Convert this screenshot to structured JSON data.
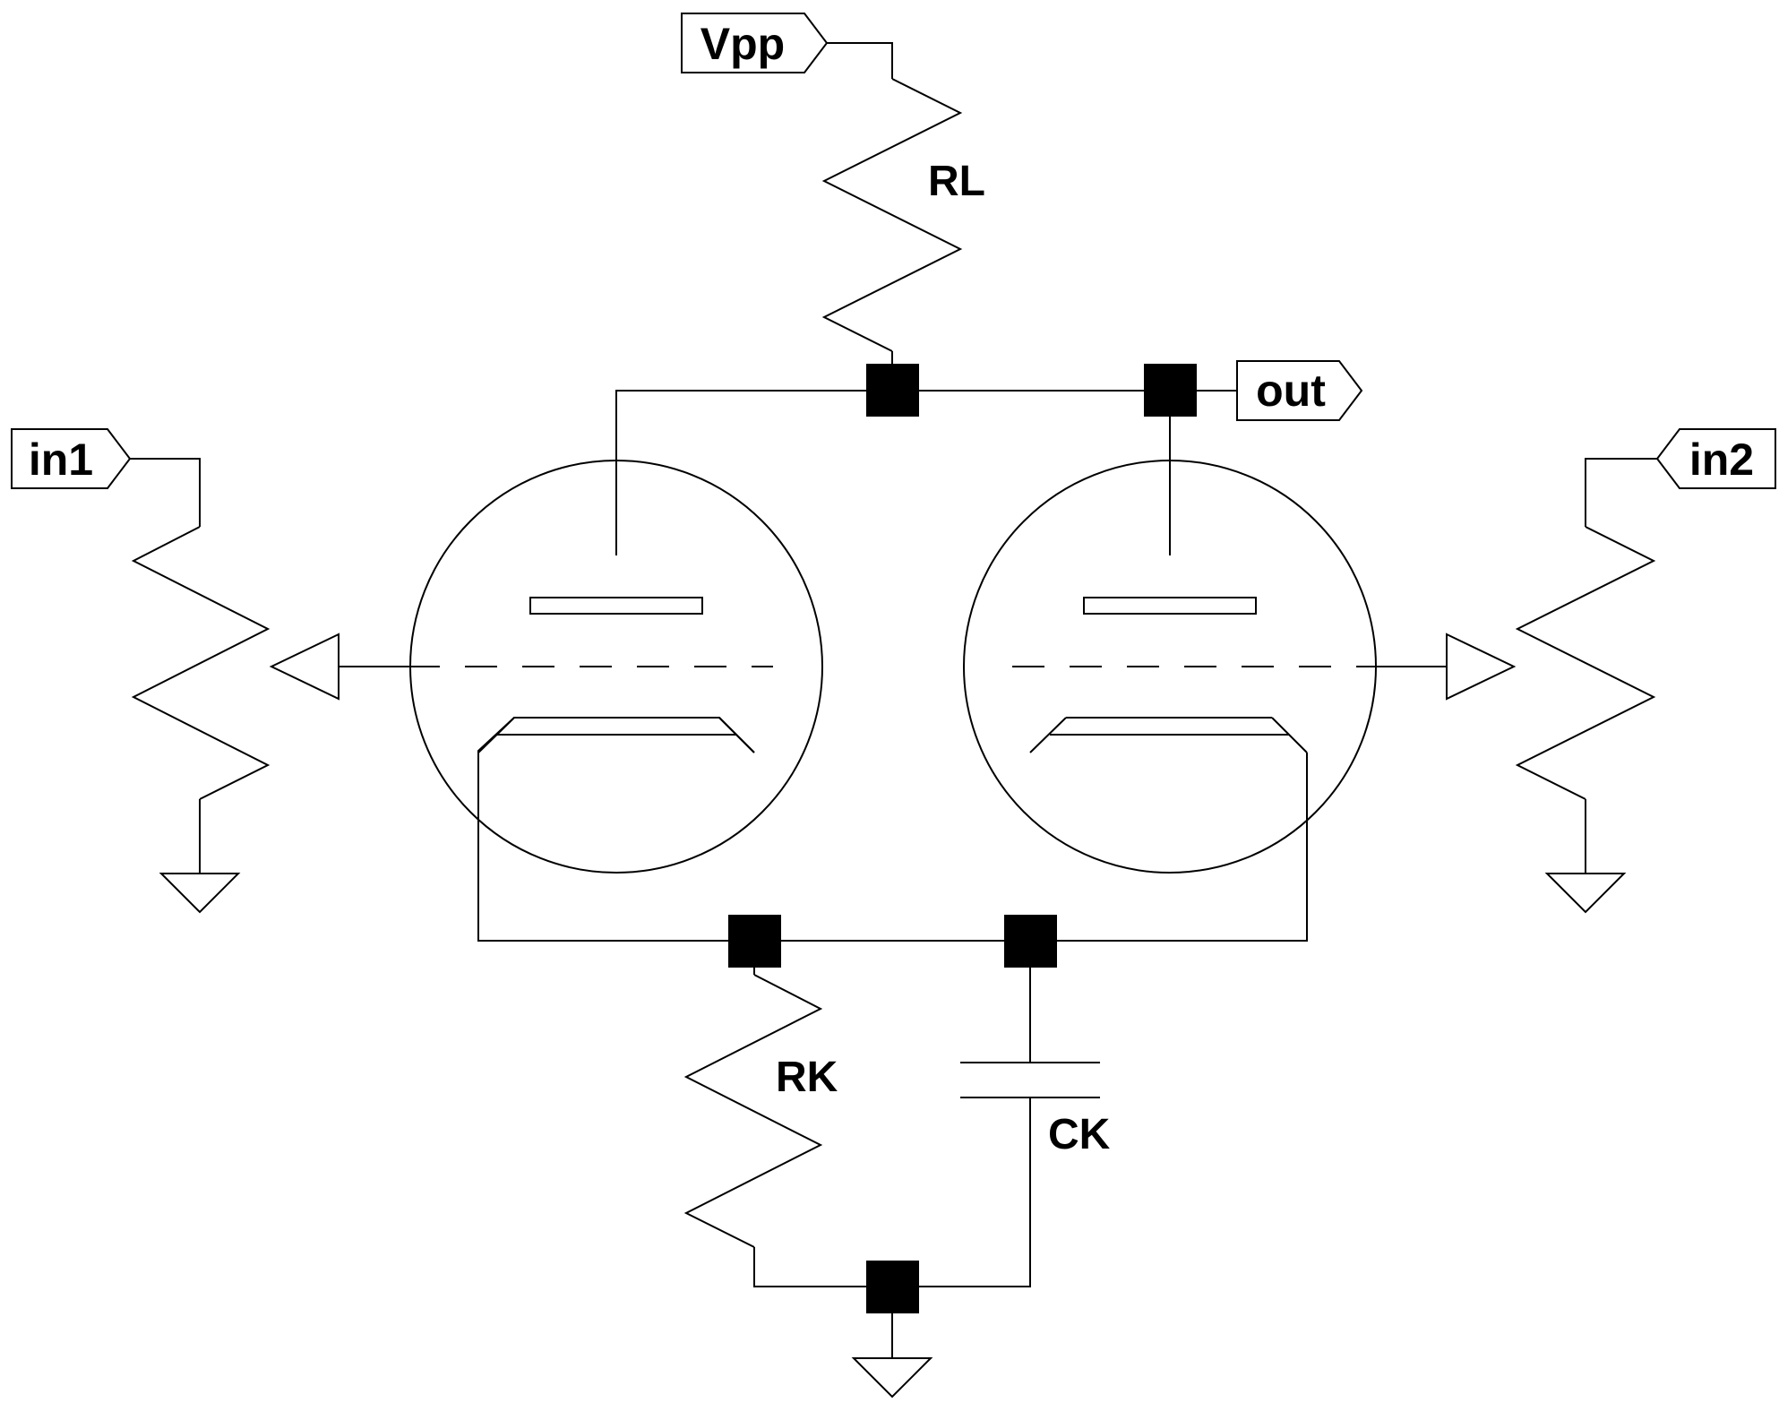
{
  "diagram": {
    "labels": {
      "vpp": "Vpp",
      "out": "out",
      "in1": "in1",
      "in2": "in2",
      "rl": "RL",
      "rk": "RK",
      "ck": "CK"
    },
    "colors": {
      "line": "#000000",
      "background": "#ffffff",
      "junction": "#000000"
    }
  }
}
